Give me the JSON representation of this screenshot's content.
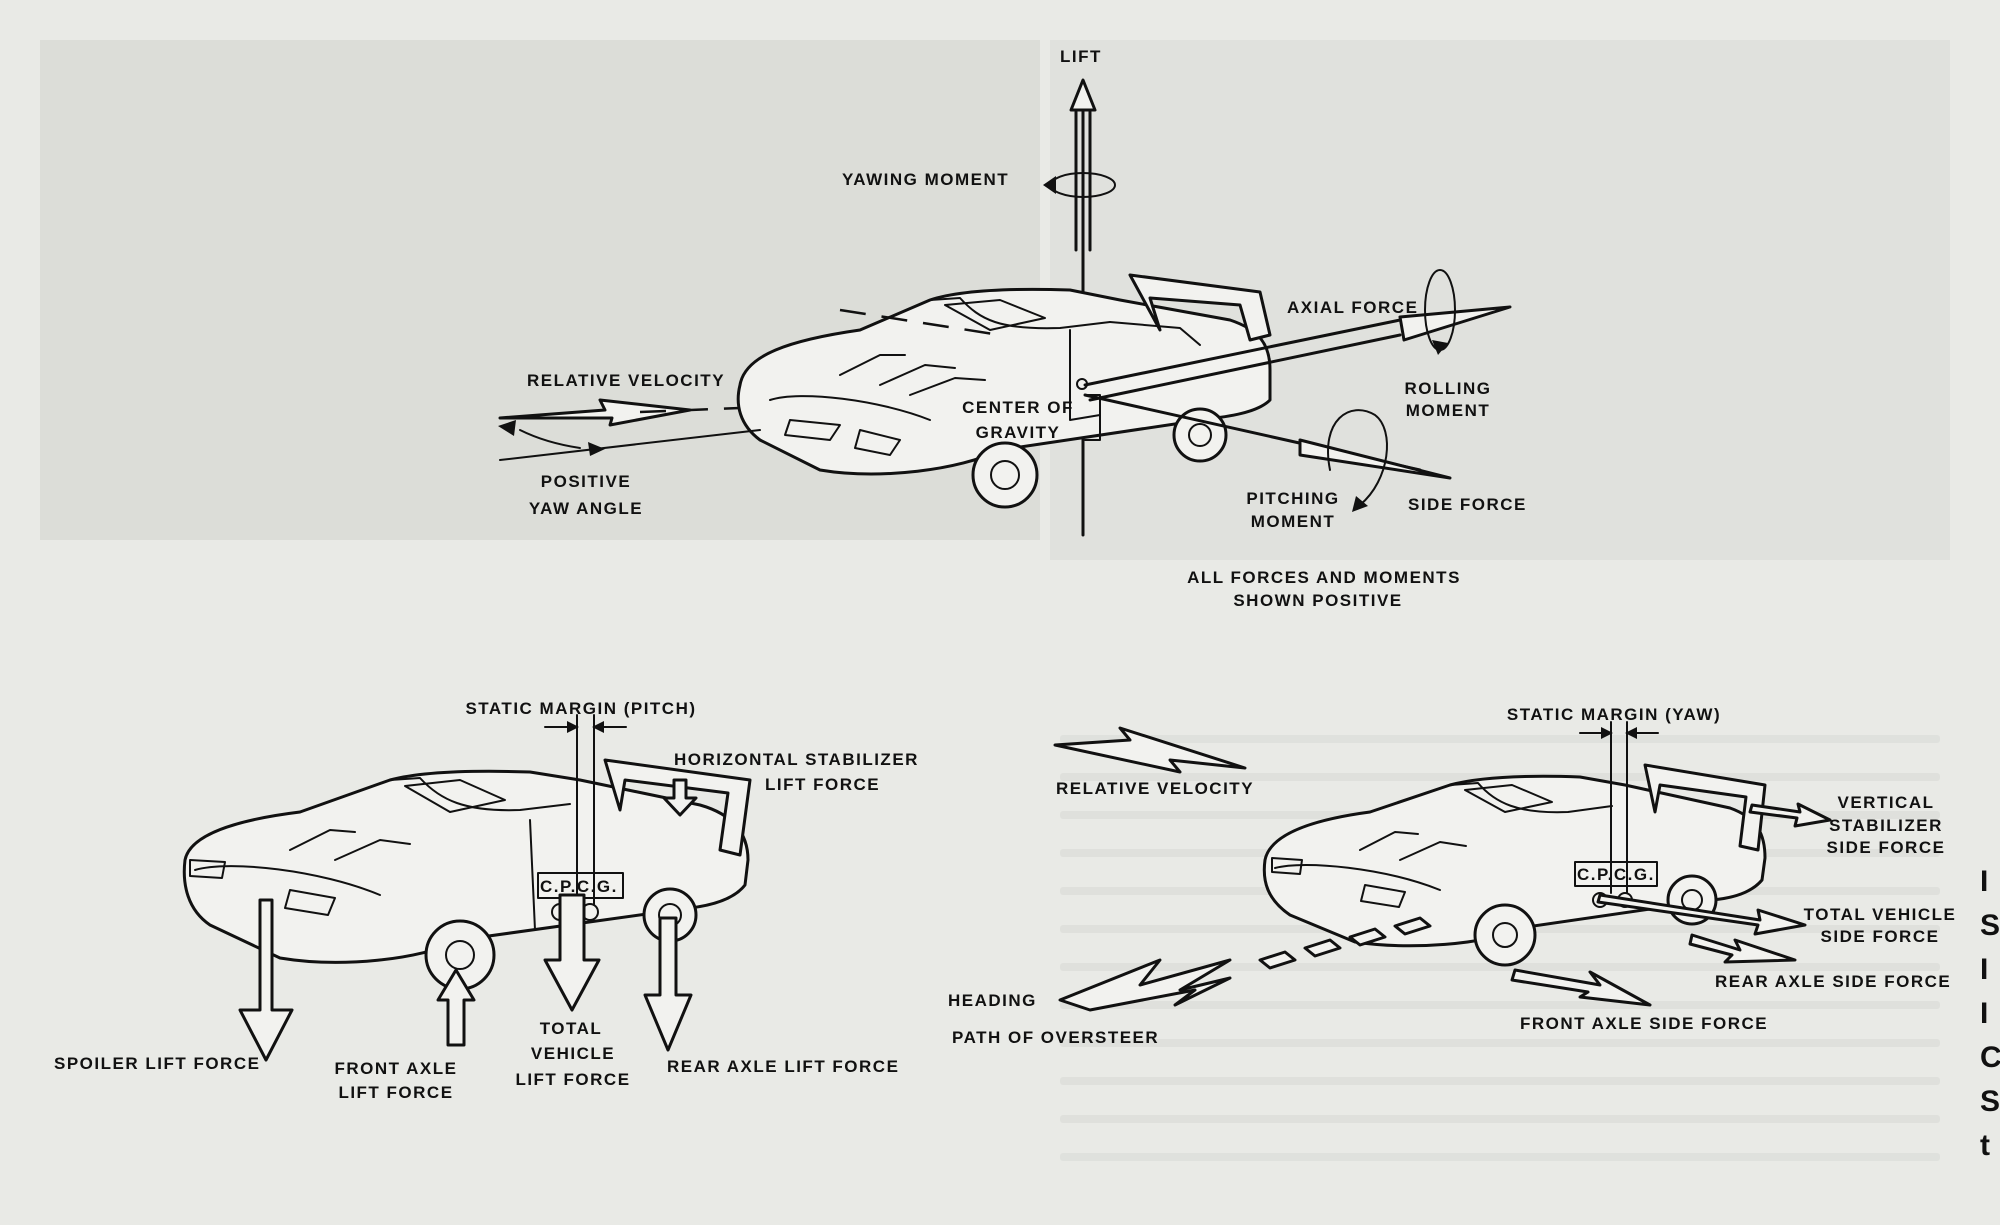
{
  "top_diagram": {
    "lift": "LIFT",
    "yawing_moment": "YAWING MOMENT",
    "axial_force": "AXIAL FORCE",
    "relative_velocity": "RELATIVE VELOCITY",
    "center_of_gravity_1": "CENTER OF",
    "center_of_gravity_2": "GRAVITY",
    "rolling_moment_1": "ROLLING",
    "rolling_moment_2": "MOMENT",
    "positive_yaw_angle_1": "POSITIVE",
    "positive_yaw_angle_2": "YAW ANGLE",
    "pitching_moment_1": "PITCHING",
    "pitching_moment_2": "MOMENT",
    "side_force": "SIDE FORCE",
    "note_1": "ALL FORCES AND MOMENTS",
    "note_2": "SHOWN POSITIVE"
  },
  "pitch_diagram": {
    "static_margin": "STATIC MARGIN (PITCH)",
    "horizontal_stabilizer_1": "HORIZONTAL STABILIZER",
    "horizontal_stabilizer_2": "LIFT FORCE",
    "cpcg": "C.P.C.G.",
    "spoiler_lift_force": "SPOILER LIFT FORCE",
    "front_axle_1": "FRONT AXLE",
    "front_axle_2": "LIFT FORCE",
    "total_vehicle_1": "TOTAL",
    "total_vehicle_2": "VEHICLE",
    "total_vehicle_3": "LIFT FORCE",
    "rear_axle_lift_force": "REAR AXLE LIFT FORCE"
  },
  "yaw_diagram": {
    "relative_velocity": "RELATIVE VELOCITY",
    "static_margin": "STATIC MARGIN (YAW)",
    "vertical_stabilizer_1": "VERTICAL",
    "vertical_stabilizer_2": "STABILIZER",
    "vertical_stabilizer_3": "SIDE FORCE",
    "cpcg": "C.P.C.G.",
    "total_vehicle_1": "TOTAL VEHICLE",
    "total_vehicle_2": "SIDE FORCE",
    "rear_axle_side_force": "REAR AXLE SIDE FORCE",
    "heading": "HEADING",
    "path_of_oversteer": "PATH OF OVERSTEER",
    "front_axle_side_force": "FRONT AXLE SIDE FORCE"
  },
  "edge_letters": [
    "I",
    "S",
    "I",
    "I",
    "C",
    "S",
    "t"
  ]
}
